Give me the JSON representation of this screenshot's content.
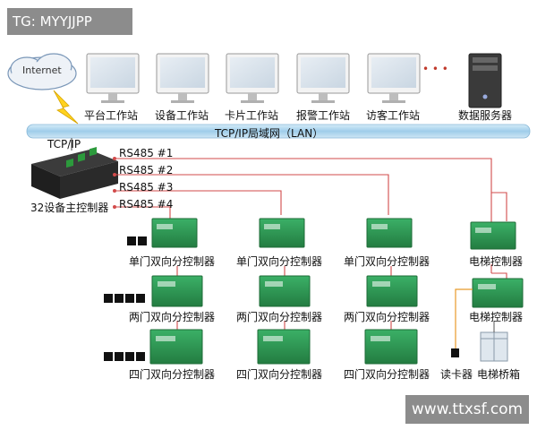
{
  "watermarks": {
    "top_left": "TG: MYYJJPP",
    "bottom_right": "www.ttxsf.com"
  },
  "cloud": {
    "label": "Internet"
  },
  "workstations": [
    {
      "label": "平台工作站"
    },
    {
      "label": "设备工作站"
    },
    {
      "label": "卡片工作站"
    },
    {
      "label": "报警工作站"
    },
    {
      "label": "访客工作站"
    }
  ],
  "ellipsis": "• • •",
  "server": {
    "label": "数据服务器"
  },
  "lan": {
    "label": "TCP/IP局域网（LAN）"
  },
  "main_controller": {
    "protocol": "TCP/IP",
    "label": "32设备主控制器"
  },
  "rs485": [
    "RS485   #1",
    "RS485   #2",
    "RS485   #3",
    "RS485   #4"
  ],
  "single_door": "单门双向分控制器",
  "double_door": "两门双向分控制器",
  "four_door": "四门双向分控制器",
  "elevator_controller": "电梯控制器",
  "card_reader": "读卡器",
  "elevator_car": "电梯桥箱",
  "colors": {
    "bus": "#9fcdea",
    "wire": "#d24b4b",
    "board": "#2f9e52",
    "reader_wire": "#e89a2a"
  }
}
